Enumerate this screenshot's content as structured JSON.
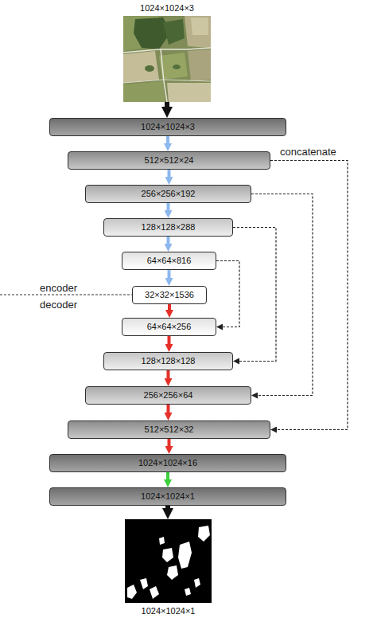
{
  "diagram": {
    "nodes": [
      {
        "text": [
          "1024×1024×3"
        ]
      },
      {
        "text": [
          "1024×1024×3"
        ]
      },
      {
        "text": [
          "512×512×24"
        ]
      },
      {
        "text": [
          "256×256×192"
        ]
      },
      {
        "text": [
          "128×128×288"
        ]
      },
      {
        "text": [
          "64×64×816"
        ]
      },
      {
        "text": [
          "32×32×1536"
        ]
      },
      {
        "text": [
          "64×64×256"
        ]
      },
      {
        "text": [
          "128×128×128"
        ]
      },
      {
        "text": [
          "256×256×64"
        ]
      },
      {
        "text": [
          "512×512×32"
        ]
      },
      {
        "text": [
          "1024×1024×16"
        ]
      },
      {
        "text": [
          "1024×1024×1"
        ]
      },
      {
        "text": [
          "1024×1024×1"
        ]
      }
    ],
    "edges": [
      {
        "from": 0,
        "to": 1,
        "arrow": "to"
      },
      {
        "from": 1,
        "to": 2,
        "arrow": "to"
      },
      {
        "from": 2,
        "to": 3,
        "arrow": "to"
      },
      {
        "from": 3,
        "to": 4,
        "arrow": "to"
      },
      {
        "from": 4,
        "to": 5,
        "arrow": "to"
      },
      {
        "from": 5,
        "to": 6,
        "arrow": "to"
      },
      {
        "from": 6,
        "to": 7,
        "arrow": "to"
      },
      {
        "from": 7,
        "to": 8,
        "arrow": "to"
      },
      {
        "from": 8,
        "to": 9,
        "arrow": "to"
      },
      {
        "from": 9,
        "to": 10,
        "arrow": "to"
      },
      {
        "from": 10,
        "to": 11,
        "arrow": "to"
      },
      {
        "from": 11,
        "to": 12,
        "arrow": "to"
      },
      {
        "from": 12,
        "to": 13,
        "arrow": "to"
      },
      {
        "from": 2,
        "to": 10,
        "arrow": "to"
      },
      {
        "from": 3,
        "to": 9,
        "arrow": "to"
      },
      {
        "from": 4,
        "to": 8,
        "arrow": "to"
      },
      {
        "from": 5,
        "to": 7,
        "arrow": "to"
      }
    ],
    "labels": [
      "concatenate",
      "encoder",
      "decoder"
    ]
  }
}
